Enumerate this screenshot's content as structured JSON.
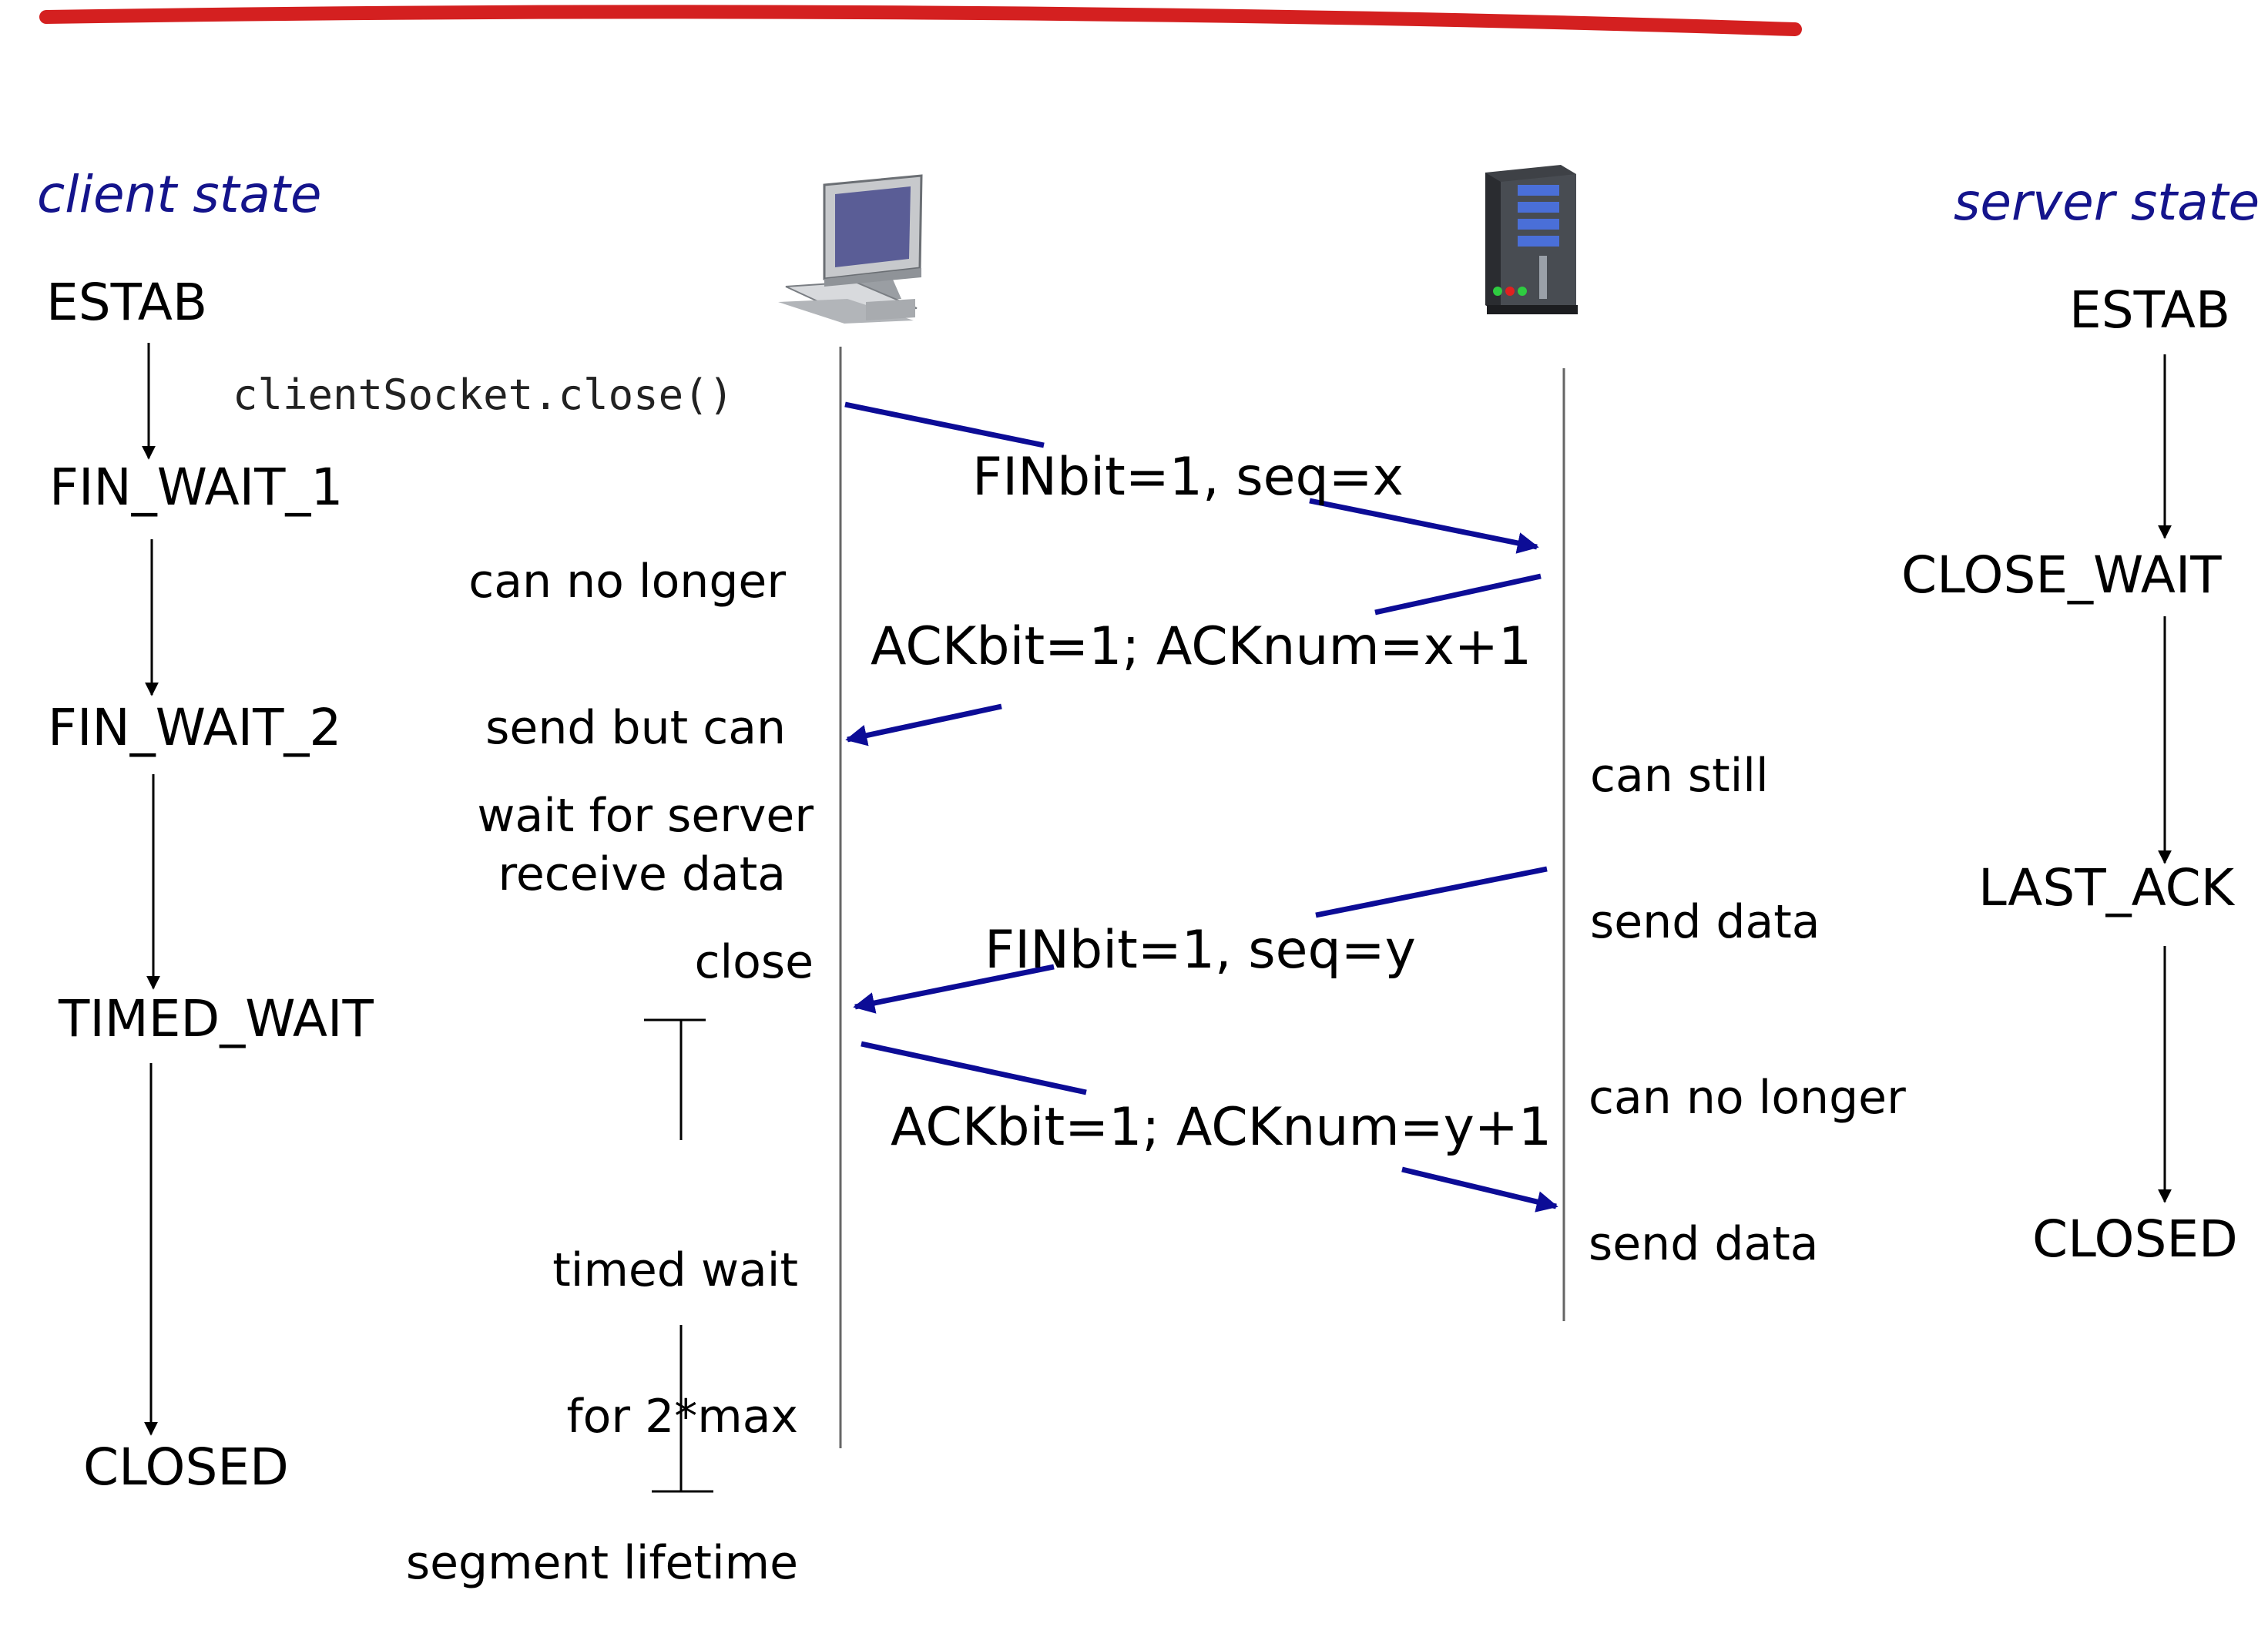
{
  "headers": {
    "client": "client state",
    "server": "server state"
  },
  "client_states": [
    "ESTAB",
    "FIN_WAIT_1",
    "FIN_WAIT_2",
    "TIMED_WAIT",
    "CLOSED"
  ],
  "server_states": [
    "ESTAB",
    "CLOSE_WAIT",
    "LAST_ACK",
    "CLOSED"
  ],
  "socket_call": "clientSocket.close()",
  "messages": [
    "FINbit=1, seq=x",
    "ACKbit=1; ACKnum=x+1",
    "FINbit=1, seq=y",
    "ACKbit=1; ACKnum=y+1"
  ],
  "client_notes": {
    "fin_wait_1": [
      "can no longer",
      "send but can",
      "receive data"
    ],
    "fin_wait_2": [
      "wait for server",
      "close"
    ],
    "timed_wait": [
      "timed wait",
      "for 2*max",
      "segment lifetime"
    ]
  },
  "server_notes": {
    "close_wait": [
      "can still",
      "send data"
    ],
    "last_ack": [
      "can no longer",
      "send data"
    ]
  },
  "icons": [
    "desktop-computer-icon",
    "server-tower-icon"
  ],
  "colors": {
    "arrow": "#0c0c96",
    "header": "#14148c",
    "top_rule": "#d42020"
  }
}
